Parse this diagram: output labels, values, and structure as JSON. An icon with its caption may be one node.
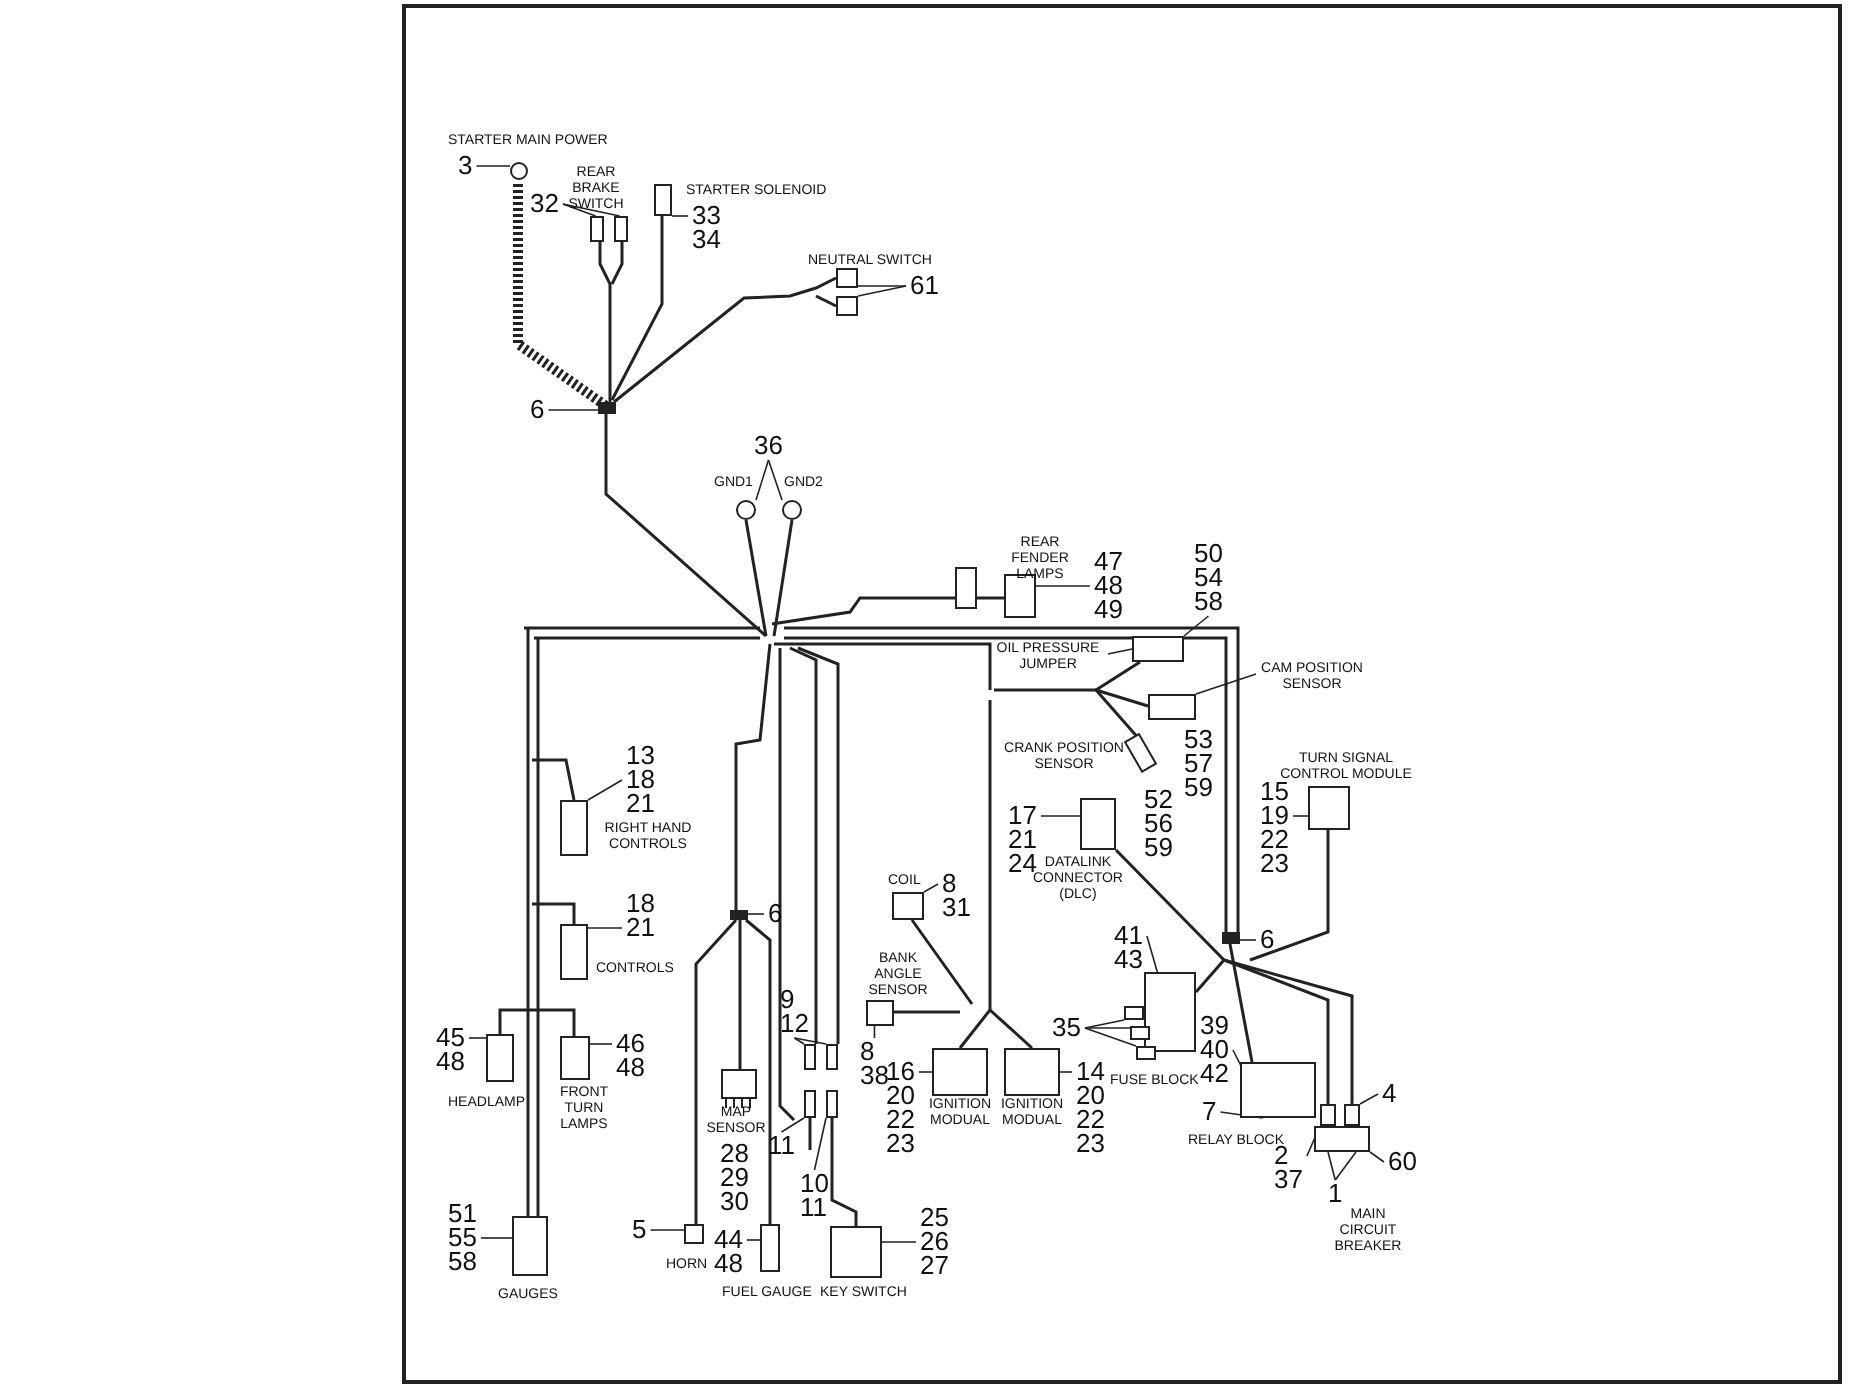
{
  "diagram": {
    "nodes": [
      {
        "text": [
          "3"
        ]
      },
      {
        "text": [],
        "shape": "circle"
      },
      {
        "text": [
          "32"
        ]
      },
      {
        "text": [],
        "shape": "box"
      },
      {
        "text": [],
        "shape": "box"
      },
      {
        "text": [
          "33",
          "34"
        ]
      },
      {
        "text": [],
        "shape": "box"
      },
      {
        "text": [
          "61"
        ]
      },
      {
        "text": [],
        "shape": "box"
      },
      {
        "text": [],
        "shape": "box"
      },
      {
        "text": [
          "6"
        ]
      },
      {
        "text": [],
        "shape": "bar"
      },
      {
        "text": [
          "36"
        ]
      },
      {
        "text": [],
        "shape": "circle"
      },
      {
        "text": [],
        "shape": "circle"
      },
      {
        "text": [
          "47",
          "48",
          "49"
        ]
      },
      {
        "text": [],
        "shape": "box"
      },
      {
        "text": [
          "50",
          "54",
          "58"
        ]
      },
      {
        "text": [
          "OIL PRESSURE JUMPER"
        ]
      },
      {
        "text": [],
        "shape": "box"
      },
      {
        "text": [
          "CAM POSITION SENSOR"
        ]
      },
      {
        "text": [],
        "shape": "box"
      },
      {
        "text": [
          "17",
          "21",
          "24"
        ]
      },
      {
        "text": [],
        "shape": "box"
      },
      {
        "text": [
          "15",
          "19",
          "22",
          "23"
        ]
      },
      {
        "text": [],
        "shape": "box"
      },
      {
        "text": [
          "13",
          "18",
          "21"
        ]
      },
      {
        "text": [],
        "shape": "box"
      },
      {
        "text": [
          "8",
          "31"
        ]
      },
      {
        "text": [],
        "shape": "box"
      },
      {
        "text": [
          "18",
          "21"
        ]
      },
      {
        "text": [],
        "shape": "box"
      },
      {
        "text": [
          "6"
        ]
      },
      {
        "text": [],
        "shape": "bar"
      },
      {
        "text": [
          "6"
        ]
      },
      {
        "text": [],
        "shape": "bar"
      },
      {
        "text": [
          "41",
          "43"
        ]
      },
      {
        "text": [],
        "shape": "box"
      },
      {
        "text": [
          "9",
          "12"
        ]
      },
      {
        "text": [],
        "shape": "box"
      },
      {
        "text": [],
        "shape": "box"
      },
      {
        "text": [],
        "shape": "box"
      },
      {
        "text": [
          "8",
          "38"
        ]
      },
      {
        "text": [
          "35"
        ]
      },
      {
        "text": [],
        "shape": "box"
      },
      {
        "text": [],
        "shape": "box"
      },
      {
        "text": [],
        "shape": "box"
      },
      {
        "text": [
          "39",
          "40",
          "42"
        ]
      },
      {
        "text": [],
        "shape": "box"
      },
      {
        "text": [
          "45",
          "48"
        ]
      },
      {
        "text": [],
        "shape": "box"
      },
      {
        "text": [
          "46",
          "48"
        ]
      },
      {
        "text": [],
        "shape": "box"
      },
      {
        "text": [
          "16",
          "20",
          "22",
          "23"
        ]
      },
      {
        "text": [],
        "shape": "box"
      },
      {
        "text": [],
        "shape": "box"
      },
      {
        "text": [
          "14",
          "20",
          "22",
          "23"
        ]
      },
      {
        "text": [
          "4"
        ]
      },
      {
        "text": [],
        "shape": "box"
      },
      {
        "text": [],
        "shape": "box"
      },
      {
        "text": [],
        "shape": "box"
      },
      {
        "text": [
          "7"
        ]
      },
      {
        "text": [
          "2",
          "37"
        ]
      },
      {
        "text": [
          "60"
        ]
      },
      {
        "text": [
          "1"
        ]
      },
      {
        "text": [
          "11"
        ]
      },
      {
        "text": [],
        "shape": "box"
      },
      {
        "text": [],
        "shape": "box"
      },
      {
        "text": [
          "10",
          "11"
        ]
      },
      {
        "text": [
          "25",
          "26",
          "27"
        ]
      },
      {
        "text": [],
        "shape": "box"
      },
      {
        "text": [
          "5"
        ]
      },
      {
        "text": [],
        "shape": "box"
      },
      {
        "text": [
          "44",
          "48"
        ]
      },
      {
        "text": [],
        "shape": "box"
      },
      {
        "text": [
          "51",
          "55",
          "58"
        ]
      },
      {
        "text": [],
        "shape": "box"
      }
    ],
    "edges": [
      {
        "from": 0,
        "to": 1,
        "arrow": "none"
      },
      {
        "from": 2,
        "to": 3,
        "arrow": "none"
      },
      {
        "from": 2,
        "to": 4,
        "arrow": "none"
      },
      {
        "from": 5,
        "to": 6,
        "arrow": "none"
      },
      {
        "from": 7,
        "to": 8,
        "arrow": "none"
      },
      {
        "from": 7,
        "to": 9,
        "arrow": "none"
      },
      {
        "from": 10,
        "to": 11,
        "arrow": "none"
      },
      {
        "from": 12,
        "to": 13,
        "arrow": "none"
      },
      {
        "from": 12,
        "to": 14,
        "arrow": "none"
      },
      {
        "from": 15,
        "to": 16,
        "arrow": "none"
      },
      {
        "from": 17,
        "to": 19,
        "arrow": "none"
      },
      {
        "from": 18,
        "to": 19,
        "arrow": "none"
      },
      {
        "from": 20,
        "to": 21,
        "arrow": "none"
      },
      {
        "from": 22,
        "to": 23,
        "arrow": "none"
      },
      {
        "from": 24,
        "to": 25,
        "arrow": "none"
      },
      {
        "from": 26,
        "to": 27,
        "arrow": "none"
      },
      {
        "from": 28,
        "to": 29,
        "arrow": "none"
      },
      {
        "from": 30,
        "to": 31,
        "arrow": "none"
      },
      {
        "from": 32,
        "to": 33,
        "arrow": "none"
      },
      {
        "from": 34,
        "to": 35,
        "arrow": "none"
      },
      {
        "from": 36,
        "to": 37,
        "arrow": "none"
      },
      {
        "from": 38,
        "to": 39,
        "arrow": "none"
      },
      {
        "from": 38,
        "to": 40,
        "arrow": "none"
      },
      {
        "from": 42,
        "to": 41,
        "arrow": "none"
      },
      {
        "from": 43,
        "to": 44,
        "arrow": "none"
      },
      {
        "from": 43,
        "to": 45,
        "arrow": "none"
      },
      {
        "from": 43,
        "to": 46,
        "arrow": "none"
      },
      {
        "from": 47,
        "to": 48,
        "arrow": "none"
      },
      {
        "from": 49,
        "to": 50,
        "arrow": "none"
      },
      {
        "from": 51,
        "to": 52,
        "arrow": "none"
      },
      {
        "from": 53,
        "to": 54,
        "arrow": "none"
      },
      {
        "from": 56,
        "to": 55,
        "arrow": "none"
      },
      {
        "from": 57,
        "to": 59,
        "arrow": "none"
      },
      {
        "from": 62,
        "to": 58,
        "arrow": "none"
      },
      {
        "from": 61,
        "to": 48,
        "arrow": "none"
      },
      {
        "from": 63,
        "to": 60,
        "arrow": "none"
      },
      {
        "from": 64,
        "to": 60,
        "arrow": "none"
      },
      {
        "from": 64,
        "to": 60,
        "arrow": "none"
      },
      {
        "from": 65,
        "to": 66,
        "arrow": "none"
      },
      {
        "from": 68,
        "to": 67,
        "arrow": "none"
      },
      {
        "from": 69,
        "to": 70,
        "arrow": "none"
      },
      {
        "from": 71,
        "to": 72,
        "arrow": "none"
      },
      {
        "from": 73,
        "to": 74,
        "arrow": "none"
      },
      {
        "from": 75,
        "to": 76,
        "arrow": "none"
      }
    ],
    "labels": [
      "STARTER MAIN POWER",
      "REAR BRAKE SWITCH",
      "STARTER SOLENOID",
      "NEUTRAL SWITCH",
      "GND1",
      "GND2",
      "REAR FENDER LAMPS",
      "CRANK POSITION SENSOR",
      "53",
      "57",
      "59",
      "TURN SIGNAL CONTROL MODULE",
      "52",
      "56",
      "59",
      "DATALINK CONNECTOR (DLC)",
      "RIGHT HAND CONTROLS",
      "COIL",
      "CONTROLS",
      "BANK ANGLE SENSOR",
      "HEADLAMP",
      "FRONT TURN LAMPS",
      "IGNITION MODUAL",
      "IGNITION MODUAL",
      "FUSE BLOCK",
      "RELAY BLOCK",
      "MAP SENSOR",
      "28",
      "29",
      "30",
      "MAIN CIRCUIT BREAKER",
      "HORN",
      "GAUGES",
      "FUEL GAUGE",
      "KEY SWITCH"
    ]
  }
}
